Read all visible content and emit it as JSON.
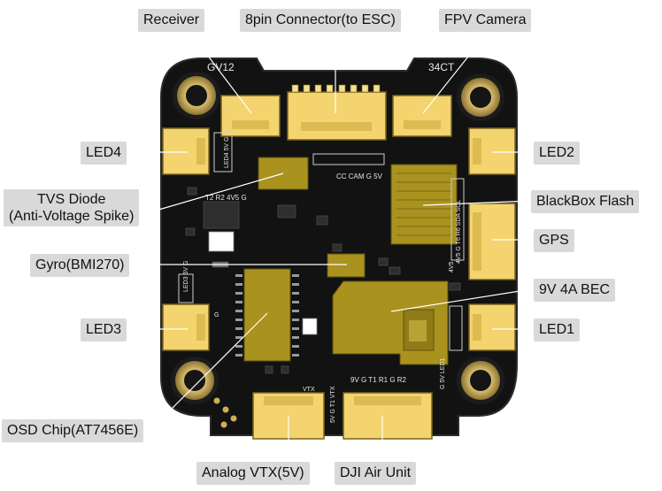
{
  "labels": {
    "receiver": "Receiver",
    "connector": "8pin Connector(to ESC)",
    "fpv_camera": "FPV Camera",
    "led4": "LED4",
    "led2": "LED2",
    "tvs_line1": "TVS Diode",
    "tvs_line2": "(Anti-Voltage Spike)",
    "blackbox": "BlackBox Flash",
    "gps": "GPS",
    "gyro": "Gyro(BMI270)",
    "bec": "9V 4A BEC",
    "led3": "LED3",
    "led1": "LED1",
    "osd": "OSD Chip(AT7456E)",
    "analog_vtx": "Analog VTX(5V)",
    "dji": "DJI Air Unit"
  },
  "silkscreen": {
    "gv12": "GV12",
    "34ct": "34CT",
    "led4_pads": "LED4 5V G",
    "cam_pads": "CC CAM G 5V",
    "tvs_pads": "T2 R2 4V5 G",
    "gps_pads": "4V5 G T6 R6 SDA SCL",
    "led3_pads": "LED3 5V G",
    "vtx_pads": "5V G T1 VTX",
    "dji_pads": "9V G T1 R1 G R2",
    "led1_pads": "G 5V LED1",
    "g": "G",
    "s4v5": "4V5",
    "vtx": "VTX"
  },
  "colors": {
    "board": "#121212",
    "connector": "#f3d46e",
    "chip_gold": "#a9921e",
    "mount_ring": "#caa95a",
    "label_bg": "#d9d9d9",
    "leader_line": "#ffffff"
  }
}
